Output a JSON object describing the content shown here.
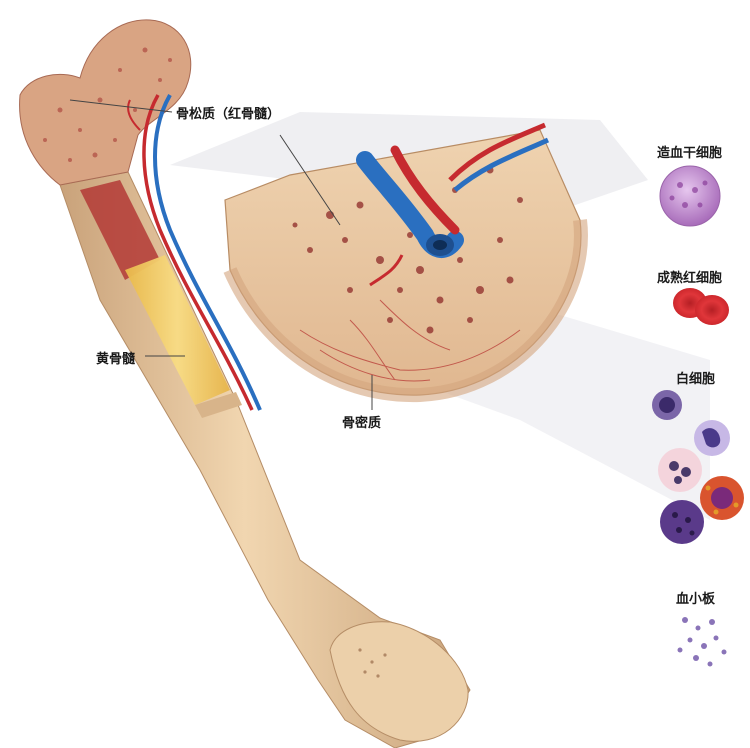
{
  "labels": {
    "spongy_bone": "骨松质（红骨髓）",
    "yellow_marrow": "黄骨髓",
    "compact_bone": "骨密质",
    "stem_cell": "造血干细胞",
    "mature_rbc": "成熟红细胞",
    "white_cells": "白细胞",
    "platelets": "血小板"
  },
  "colors": {
    "bone": "#e8c9a0",
    "bone_shadow": "#c9a27a",
    "marrow_red": "#a8322f",
    "marrow_yellow": "#f0c860",
    "artery": "#c62a2f",
    "vein": "#2a6fc0",
    "stem_cell": "#b57bc4",
    "rbc": "#d42a2f",
    "wbc": "#6a4a9a",
    "platelet": "#8a74b8"
  }
}
